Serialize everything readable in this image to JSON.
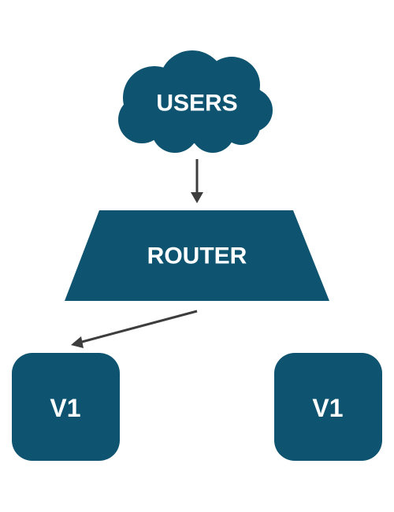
{
  "diagram": {
    "colors": {
      "node_fill": "#0e5470",
      "label_text": "#ffffff",
      "arrow": "#3d3d3d",
      "background": "#ffffff"
    },
    "nodes": {
      "users": {
        "label": "USERS",
        "shape": "cloud"
      },
      "router": {
        "label": "ROUTER",
        "shape": "trapezoid"
      },
      "v1_left": {
        "label": "V1",
        "shape": "rounded-square"
      },
      "v1_right": {
        "label": "V1",
        "shape": "rounded-square"
      }
    },
    "edges": [
      {
        "from": "users",
        "to": "router"
      },
      {
        "from": "router",
        "to": "v1_left"
      }
    ]
  }
}
